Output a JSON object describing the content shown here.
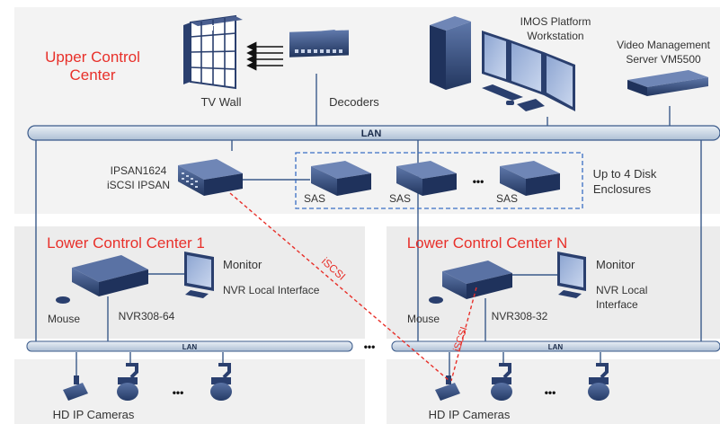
{
  "upper_center": {
    "title_line1": "Upper Control",
    "title_line2": "Center",
    "tv_wall": "TV Wall",
    "tv_tag": "TV",
    "decoders": "Decoders",
    "workstation_line1": "IMOS Platform",
    "workstation_line2": "Workstation",
    "server_line1": "Video Management",
    "server_line2": "Server VM5500"
  },
  "lan_main": "LAN",
  "storage": {
    "ipsan_line1": "IPSAN1624",
    "ipsan_line2": "iSCSI IPSAN",
    "sas_labels": [
      "SAS",
      "SAS",
      "SAS"
    ],
    "ellipsis": "•••",
    "enclosure_line1": "Up to 4 Disk",
    "enclosure_line2": "Enclosures"
  },
  "lower_center_1": {
    "title": "Lower Control Center 1",
    "monitor": "Monitor",
    "nvr_interface": "NVR Local Interface",
    "mouse": "Mouse",
    "nvr": "NVR308-64",
    "lan": "LAN",
    "cameras": "HD IP Cameras",
    "ellipsis": "•••"
  },
  "lower_center_n": {
    "title": "Lower Control Center N",
    "monitor": "Monitor",
    "nvr_interface_line1": "NVR Local",
    "nvr_interface_line2": "Interface",
    "mouse": "Mouse",
    "nvr": "NVR308-32",
    "lan": "LAN",
    "cameras": "HD IP Cameras",
    "ellipsis": "•••"
  },
  "iscsi_labels": [
    "iSCSI",
    "iSCSI"
  ],
  "center_ellipsis": "•••",
  "colors": {
    "panel_bg": "#f3f3f3",
    "lower_panel_bg": "#ececec",
    "bus_fill": "#cfdbe8",
    "bus_stroke": "#3a5a8a",
    "device_dark": "#2a3f6e",
    "accent_red": "#e8302a",
    "dashed_blue": "#3a6ec4"
  }
}
